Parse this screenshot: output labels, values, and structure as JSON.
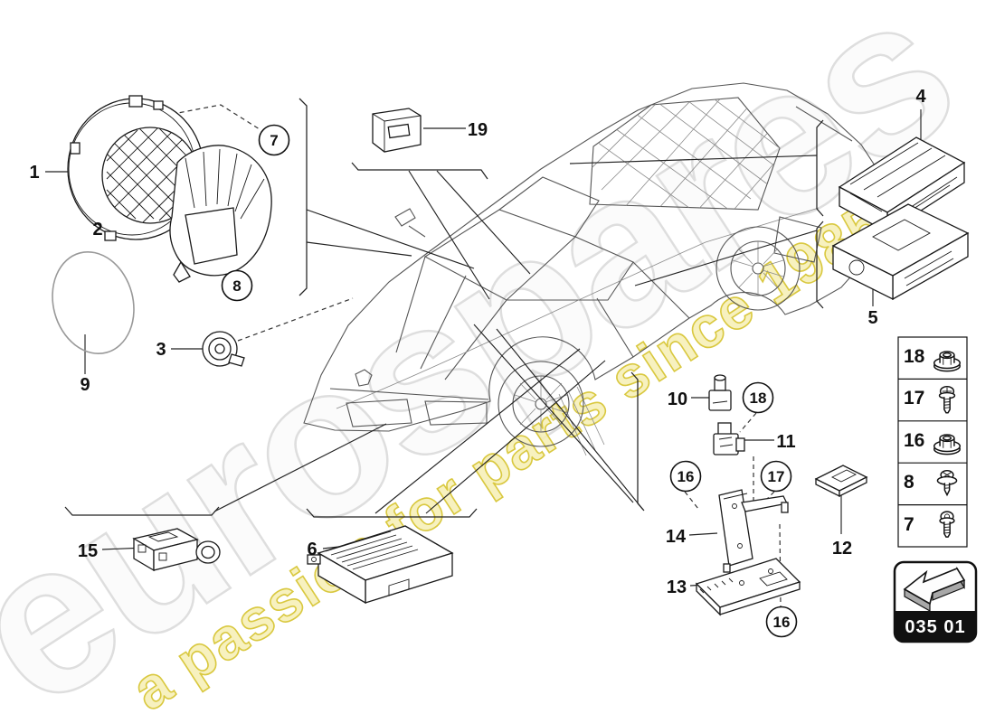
{
  "watermarks": {
    "brand": "eurospares",
    "tagline": "a passion for parts since 1985",
    "brand_color": "#dedede",
    "tagline_color": "#d9c83f"
  },
  "callouts": {
    "p1": "1",
    "p2": "2",
    "p3": "3",
    "p4": "4",
    "p5": "5",
    "p6": "6",
    "p9": "9",
    "p10": "10",
    "p11": "11",
    "p12": "12",
    "p13": "13",
    "p14": "14",
    "p15": "15",
    "p19": "19"
  },
  "circled": {
    "c7": "7",
    "c8": "8",
    "c16a": "16",
    "c16b": "16",
    "c17": "17",
    "c18": "18"
  },
  "fastener_table": {
    "rows": [
      {
        "ref": "18",
        "icon": "flange-nut",
        "icon_ref": "#icon-flange-nut"
      },
      {
        "ref": "17",
        "icon": "screw",
        "icon_ref": "#icon-screw"
      },
      {
        "ref": "16",
        "icon": "flange-nut",
        "icon_ref": "#icon-flange-nut"
      },
      {
        "ref": "8",
        "icon": "screw-washer",
        "icon_ref": "#icon-screw-washer"
      },
      {
        "ref": "7",
        "icon": "bolt",
        "icon_ref": "#icon-bolt"
      }
    ]
  },
  "page_code": {
    "label": "035 01"
  }
}
